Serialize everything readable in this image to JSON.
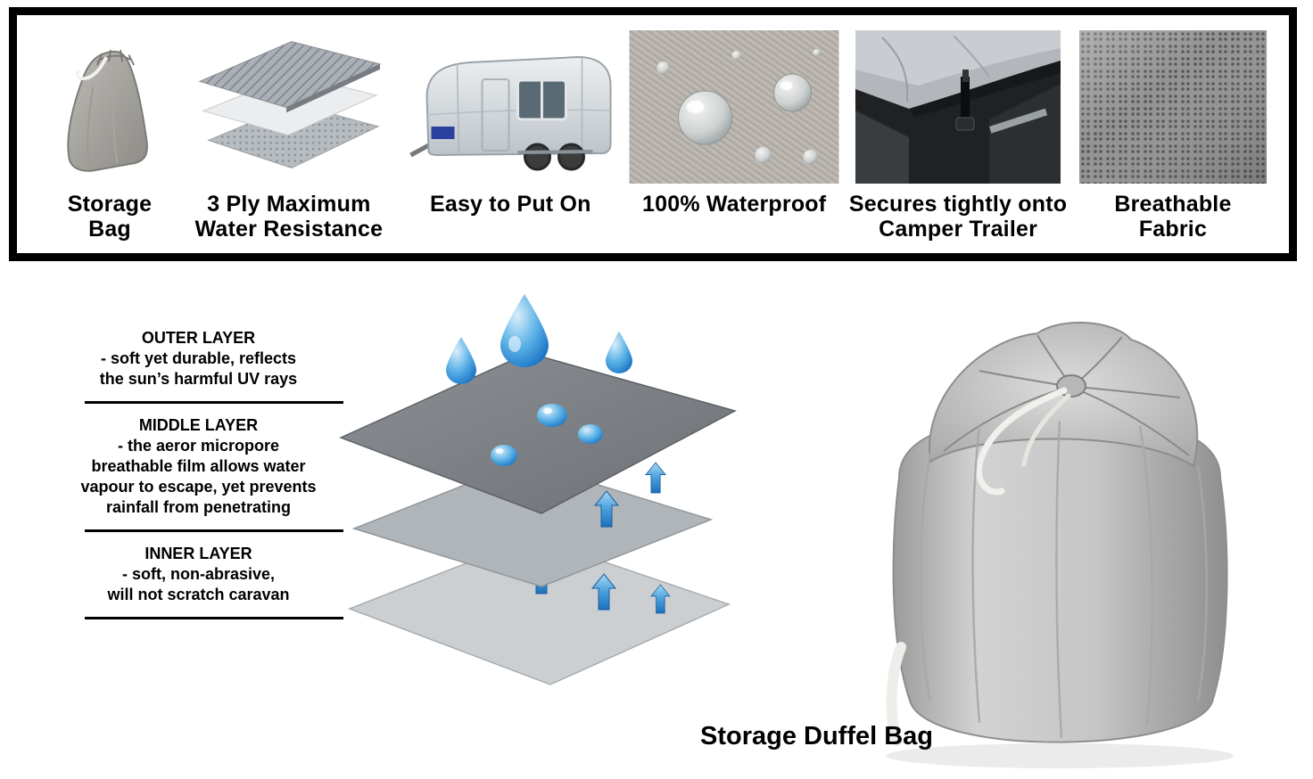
{
  "colors": {
    "frame_border": "#000000",
    "drop_blue": "#2f8fd0",
    "cover_gray": "#b9bdc1",
    "fabric_gray": "#939394"
  },
  "features": [
    {
      "label": "Storage Bag",
      "icon": "storage-bag-icon"
    },
    {
      "label": "3 Ply Maximum Water Resistance",
      "icon": "three-ply-layers-icon"
    },
    {
      "label": "Easy to Put On",
      "icon": "camper-trailer-cover-icon"
    },
    {
      "label": "100% Waterproof",
      "icon": "water-droplets-fabric-icon"
    },
    {
      "label": "Secures tightly onto Camper Trailer",
      "icon": "secure-strap-icon"
    },
    {
      "label": "Breathable Fabric",
      "icon": "breathable-fabric-icon"
    }
  ],
  "layers": [
    {
      "title": "OUTER LAYER",
      "desc": "- soft yet durable, reflects\nthe sun’s harmful UV rays"
    },
    {
      "title": "MIDDLE LAYER",
      "desc": "- the aeror micropore\nbreathable film allows water\nvapour to escape, yet prevents\nrainfall from penetrating"
    },
    {
      "title": "INNER LAYER",
      "desc": "- soft, non-abrasive,\nwill not scratch caravan"
    }
  ],
  "diagram_icons": [
    "water-droplet-icon",
    "vapour-arrow-icon",
    "layer-sheet"
  ],
  "duffel_caption": "Storage Duffel Bag"
}
